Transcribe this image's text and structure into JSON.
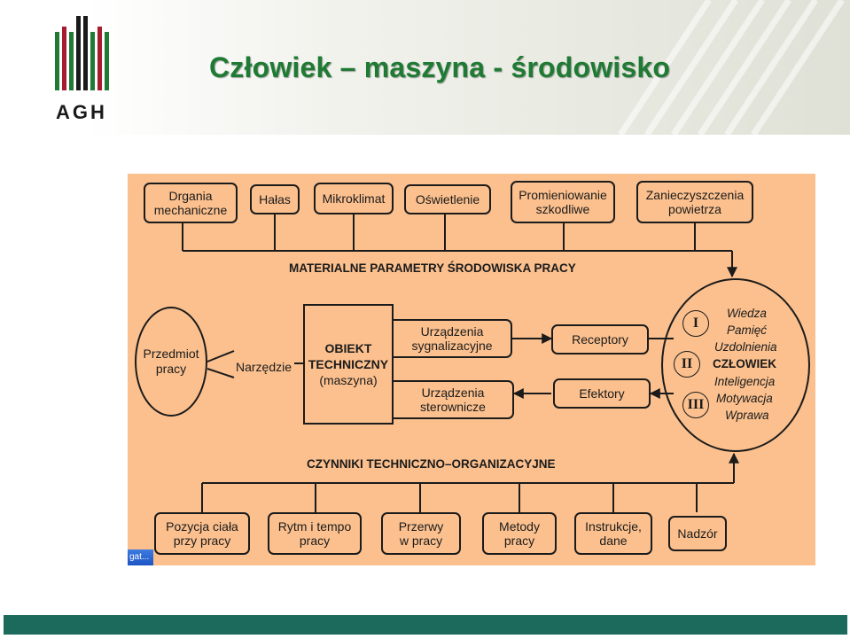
{
  "slide": {
    "title": "Człowiek – maszyna - środowisko",
    "logo_text": "AGH",
    "accent_color": "#1f7a34",
    "footer_color": "#1c6a5c"
  },
  "diagram": {
    "background_color": "#fbc08e",
    "top_boxes": [
      {
        "text": "Drgania\nmechaniczne"
      },
      {
        "text": "Hałas"
      },
      {
        "text": "Mikroklimat"
      },
      {
        "text": "Oświetlenie"
      },
      {
        "text": "Promieniowanie\nszkodliwe"
      },
      {
        "text": "Zanieczyszczenia\npowietrza"
      }
    ],
    "top_header": "MATERIALNE PARAMETRY ŚRODOWISKA PRACY",
    "predmiot": "Przedmiot\npracy",
    "narzedzie": "Narzędzie",
    "obiekt": {
      "line1": "OBIEKT",
      "line2": "TECHNICZNY",
      "line3": "(maszyna)"
    },
    "sygnalizacyjne": "Urządzenia\nsygnalizacyjne",
    "sterownicze": "Urządzenia\nsterownicze",
    "receptory": "Receptory",
    "efektory": "Efektory",
    "czlowiek": {
      "roman": [
        "I",
        "II",
        "III"
      ],
      "traits": [
        "Wiedza",
        "Pamięć",
        "Uzdolnienia",
        "CZŁOWIEK",
        "Inteligencja",
        "Motywacja",
        "Wprawa"
      ]
    },
    "bottom_header": "CZYNNIKI TECHNICZNO–ORGANIZACYJNE",
    "bottom_boxes": [
      {
        "text": "Pozycja ciała\nprzy pracy"
      },
      {
        "text": "Rytm i tempo\npracy"
      },
      {
        "text": "Przerwy\nw pracy"
      },
      {
        "text": "Metody\npracy"
      },
      {
        "text": "Instrukcje,\ndane"
      },
      {
        "text": "Nadzór"
      }
    ],
    "taskbar_text": "gat..."
  }
}
